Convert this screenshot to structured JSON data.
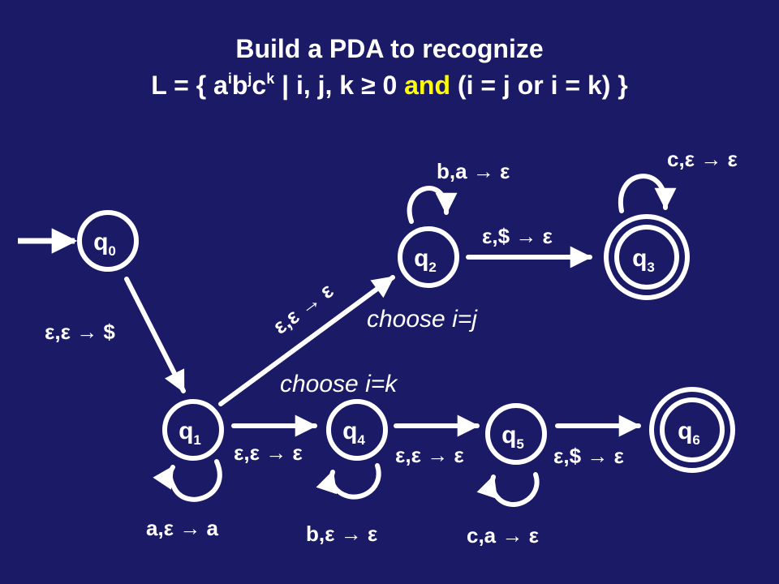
{
  "slide": {
    "title_line1": "Build a PDA to recognize",
    "title_line2": {
      "prefix": "L = { a",
      "sup_i": "i",
      "b": "b",
      "sup_j": "j",
      "c": "c",
      "sup_k": "k",
      "mid": " | i, j, k ≥ 0 ",
      "and": "and",
      "suffix": " (i = j or i = k) }"
    },
    "colors": {
      "background": "#1a1a66",
      "foreground": "#ffffff",
      "highlight": "#ffff00"
    }
  },
  "states": [
    {
      "id": "q0",
      "base": "q",
      "sub": "0",
      "start": true,
      "accept": false
    },
    {
      "id": "q1",
      "base": "q",
      "sub": "1",
      "start": false,
      "accept": false
    },
    {
      "id": "q2",
      "base": "q",
      "sub": "2",
      "start": false,
      "accept": false
    },
    {
      "id": "q3",
      "base": "q",
      "sub": "3",
      "start": false,
      "accept": true
    },
    {
      "id": "q4",
      "base": "q",
      "sub": "4",
      "start": false,
      "accept": false
    },
    {
      "id": "q5",
      "base": "q",
      "sub": "5",
      "start": false,
      "accept": false
    },
    {
      "id": "q6",
      "base": "q",
      "sub": "6",
      "start": false,
      "accept": true
    }
  ],
  "transitions": [
    {
      "id": "q0-q1",
      "from": "q0",
      "to": "q1",
      "label": "ε,ε → $"
    },
    {
      "id": "q1-q2",
      "from": "q1",
      "to": "q2",
      "label": "ε,ε → ε"
    },
    {
      "id": "q2-q3",
      "from": "q2",
      "to": "q3",
      "label": "ε,$ → ε"
    },
    {
      "id": "q1-q4",
      "from": "q1",
      "to": "q4",
      "label": "ε,ε → ε"
    },
    {
      "id": "q4-q5",
      "from": "q4",
      "to": "q5",
      "label": "ε,ε → ε"
    },
    {
      "id": "q5-q6",
      "from": "q5",
      "to": "q6",
      "label": "ε,$ → ε"
    },
    {
      "id": "q1-loop",
      "from": "q1",
      "to": "q1",
      "label": "a,ε → a"
    },
    {
      "id": "q2-loop",
      "from": "q2",
      "to": "q2",
      "label": "b,a → ε"
    },
    {
      "id": "q3-loop",
      "from": "q3",
      "to": "q3",
      "label": "c,ε → ε"
    },
    {
      "id": "q4-loop",
      "from": "q4",
      "to": "q4",
      "label": "b,ε → ε"
    },
    {
      "id": "q5-loop",
      "from": "q5",
      "to": "q5",
      "label": "c,a → ε"
    }
  ],
  "annotations": {
    "choose_ij": "choose i=j",
    "choose_ik": "choose i=k"
  }
}
